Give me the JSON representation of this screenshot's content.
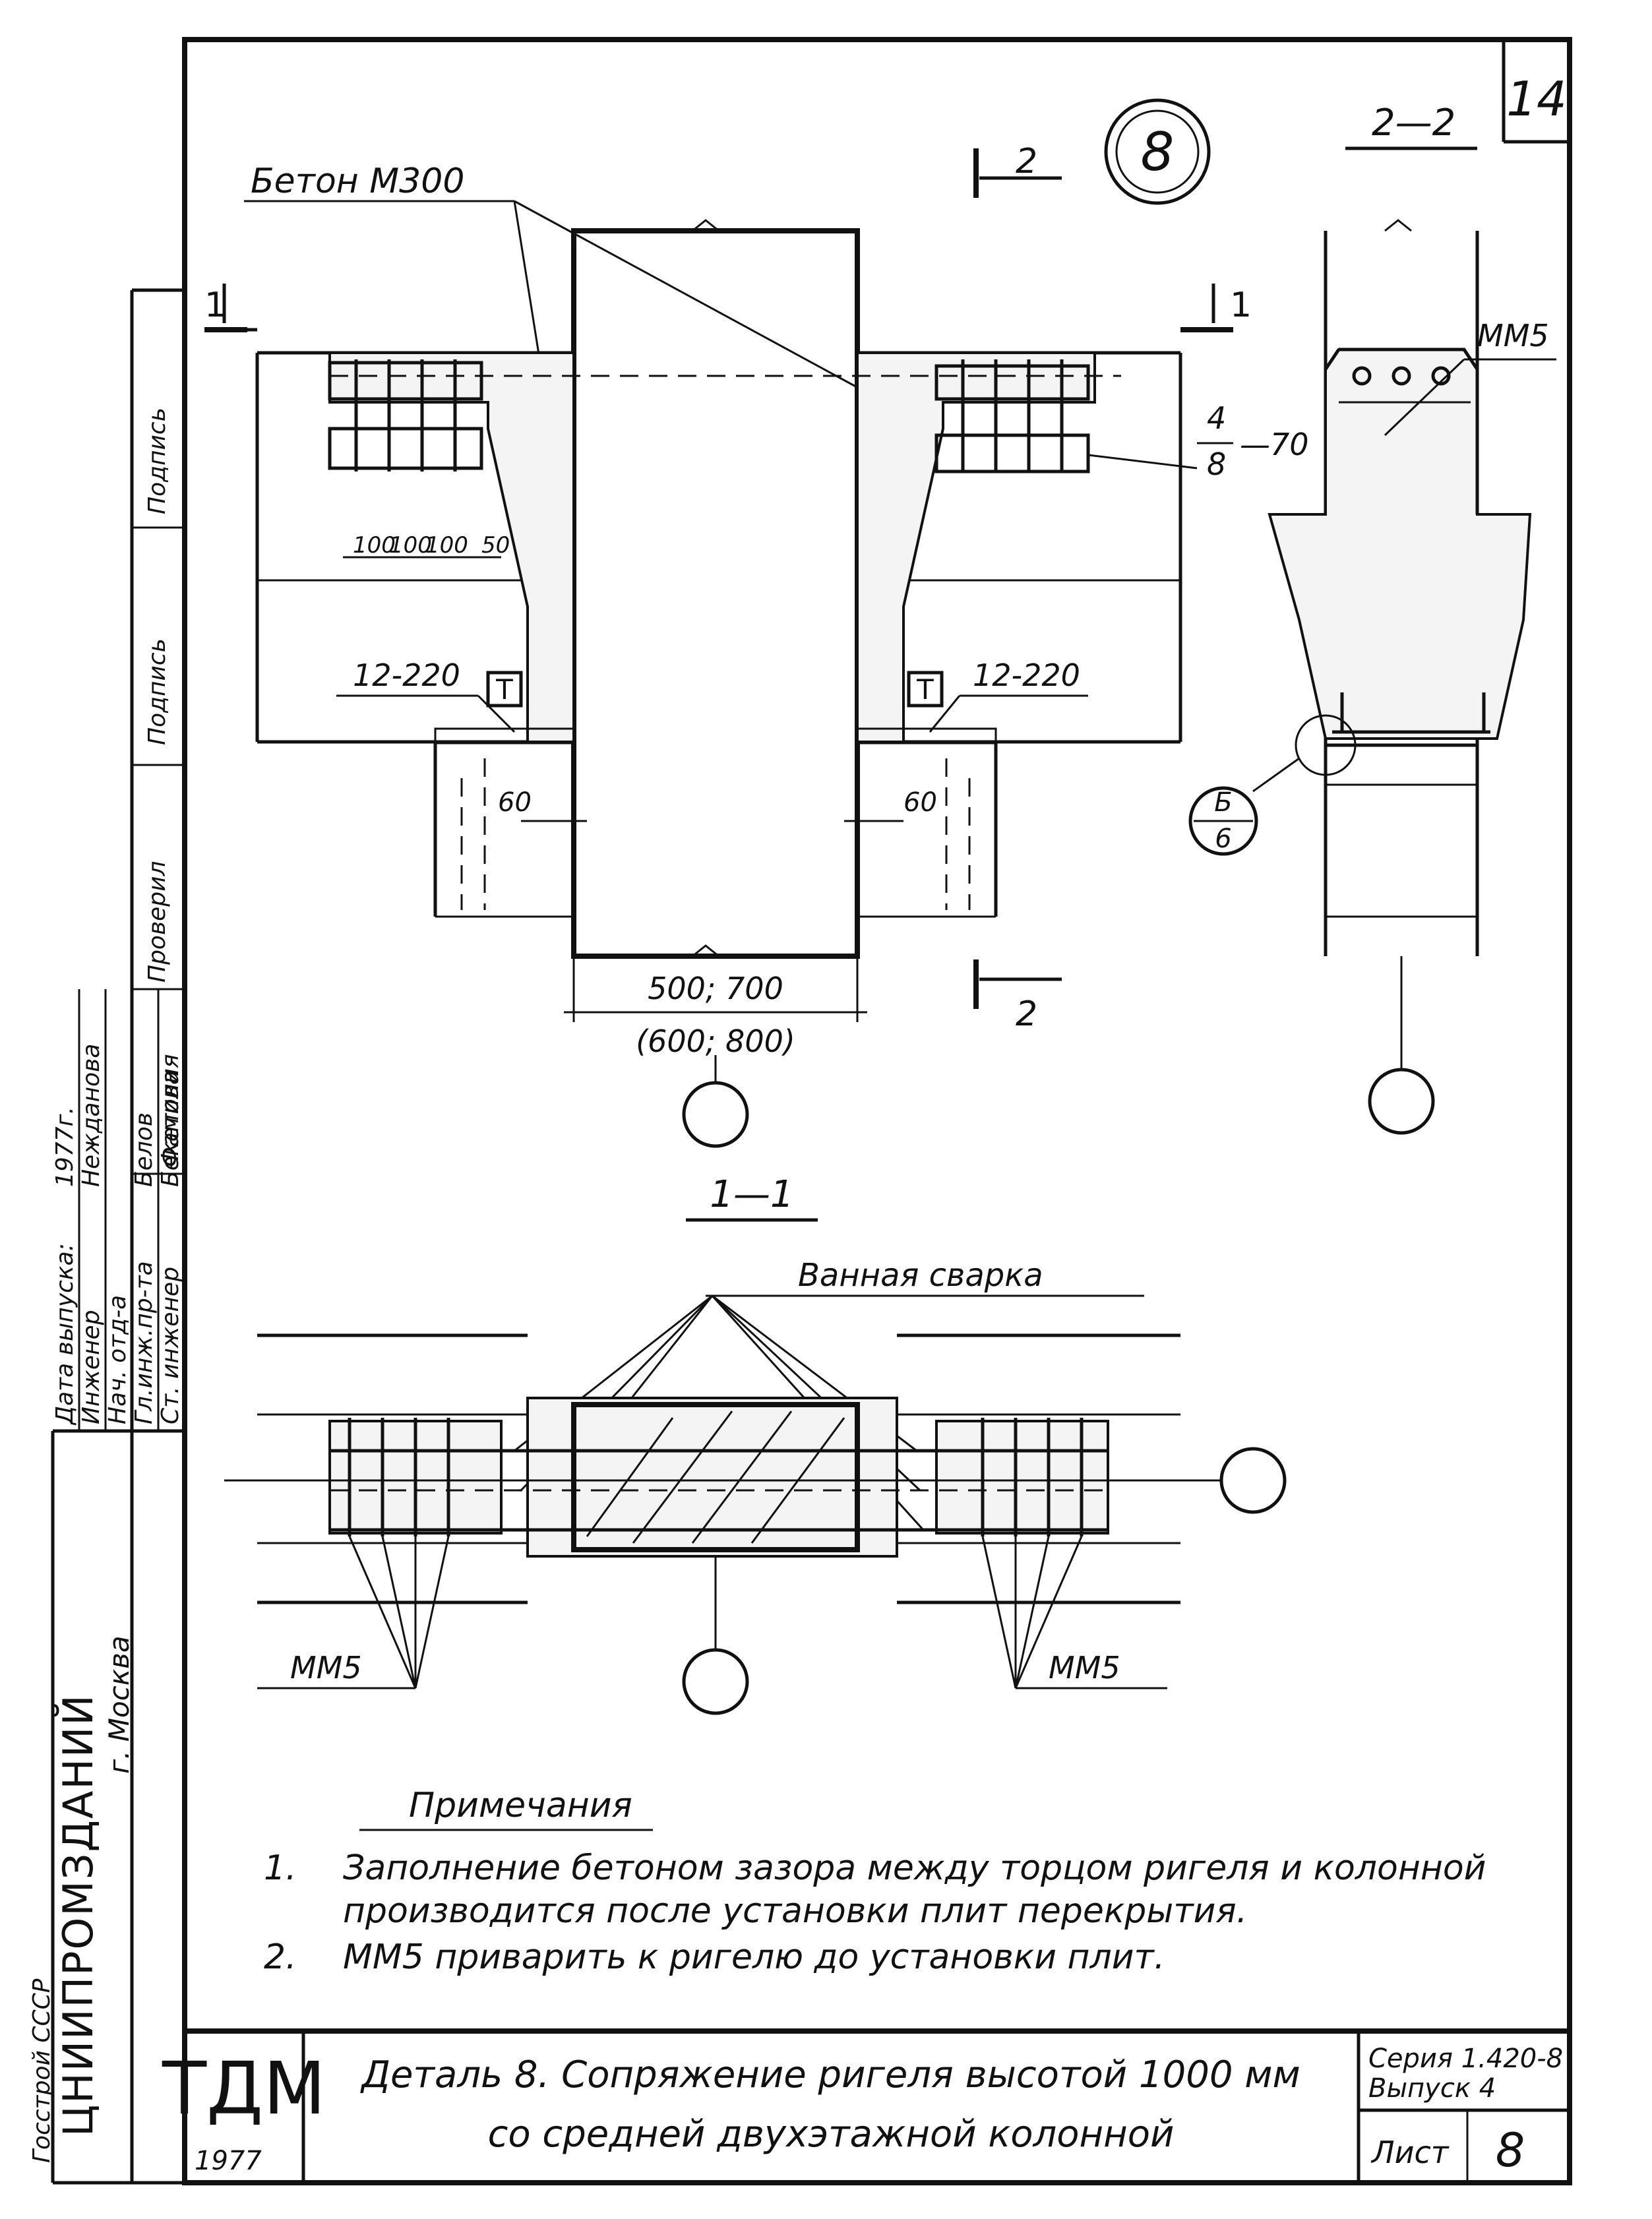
{
  "sheet_corner_number": "14",
  "detail_mark": "8",
  "section_2_2_title": "2—2",
  "section_1_1_title": "1—1",
  "cut_marks": {
    "cut1": "1",
    "cut2": "2"
  },
  "callouts": {
    "concrete": "Бетон М300",
    "mm5_top": "ММ5",
    "weld_fraction_num": "4",
    "weld_fraction_den": "8",
    "weld_fraction_suffix": "—70",
    "spacing_100a": "100",
    "spacing_100b": "100",
    "spacing_100c": "100",
    "spacing_50": "50",
    "plate_left": "12-220",
    "plate_right": "12-220",
    "gap_left": "60",
    "gap_right": "60",
    "col_width_a": "500; 700",
    "col_width_b": "(600;   800)",
    "node_num": "Б",
    "node_den": "6",
    "bath_weld": "Ванная    сварка",
    "mm5_left": "ММ5",
    "mm5_right": "ММ5",
    "tee_symbol": "T"
  },
  "notes": {
    "title": "Примечания",
    "items": [
      {
        "num": "1.",
        "line1": "Заполнение  бетоном   зазора  между  торцом ригеля и колонной",
        "line2": "производится  после  установки  плит  перекрытия."
      },
      {
        "num": "2.",
        "line1": "ММ5  приварить  к ригелю  до  установки  плит.",
        "line2": ""
      }
    ]
  },
  "title_block": {
    "logo": "ТДМ",
    "year": "1977",
    "title_line1": "Деталь 8. Сопряжение ригеля высотой 1000 мм",
    "title_line2": "со средней   двухэтажной  колонной",
    "series": "Серия 1.420-8",
    "issue": "Выпуск 4",
    "sheet_label": "Лист",
    "sheet_value": "8"
  },
  "side_stamp": {
    "org_main": "ЦНИИПРОМЗДАНИЙ",
    "org_sub": "г. Москва",
    "org_top": "Госстрой  СССР",
    "rows": [
      {
        "role": "Нач. отд-а",
        "name": ""
      },
      {
        "role": "Гл.инж.пр-та",
        "name": "Белов"
      },
      {
        "role": "Ст. инженер",
        "name": "Бекетова"
      },
      {
        "role": "Инженер",
        "name": "Нежданова"
      },
      {
        "role": "Дата выпуска:",
        "name": "1977г."
      }
    ],
    "col_labels": [
      "Подпись",
      "Фамилия",
      "Проверил",
      "Подпись"
    ]
  }
}
